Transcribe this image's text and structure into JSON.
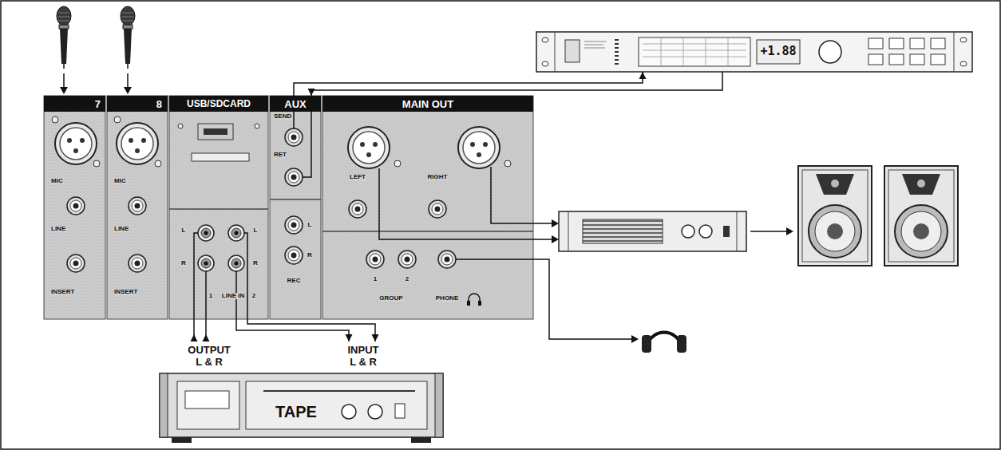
{
  "diagram": {
    "nodes": [
      {
        "text": [
          "+1.88"
        ]
      },
      {
        "text": [
          "7",
          "MIC",
          "LINE",
          "INSERT"
        ]
      },
      {
        "text": [
          "8",
          "MIC",
          "LINE",
          "INSERT"
        ]
      },
      {
        "text": [
          "USB/SDCARD",
          "L",
          "R",
          "L",
          "R",
          "1",
          "LINE IN",
          "2"
        ]
      },
      {
        "text": [
          "AUX",
          "SEND",
          "RET",
          "L",
          "R",
          "REC"
        ]
      },
      {
        "text": [
          "MAIN OUT",
          "LEFT",
          "RIGHT",
          "1",
          "2",
          "GROUP",
          "PHONE"
        ]
      },
      {
        "text": [
          "OUTPUT L & R",
          "INPUT L & R",
          "TAPE"
        ]
      }
    ],
    "edges": [
      {
        "from": 4,
        "to": 0,
        "arrow": "to"
      },
      {
        "from": 0,
        "to": 4,
        "arrow": "to"
      },
      {
        "from": 3,
        "to": 6,
        "arrow": "to"
      },
      {
        "from": 3,
        "to": 6,
        "arrow": "to"
      },
      {
        "from": 3,
        "to": 6,
        "arrow": "to"
      },
      {
        "from": 3,
        "to": 6,
        "arrow": "to"
      }
    ]
  }
}
